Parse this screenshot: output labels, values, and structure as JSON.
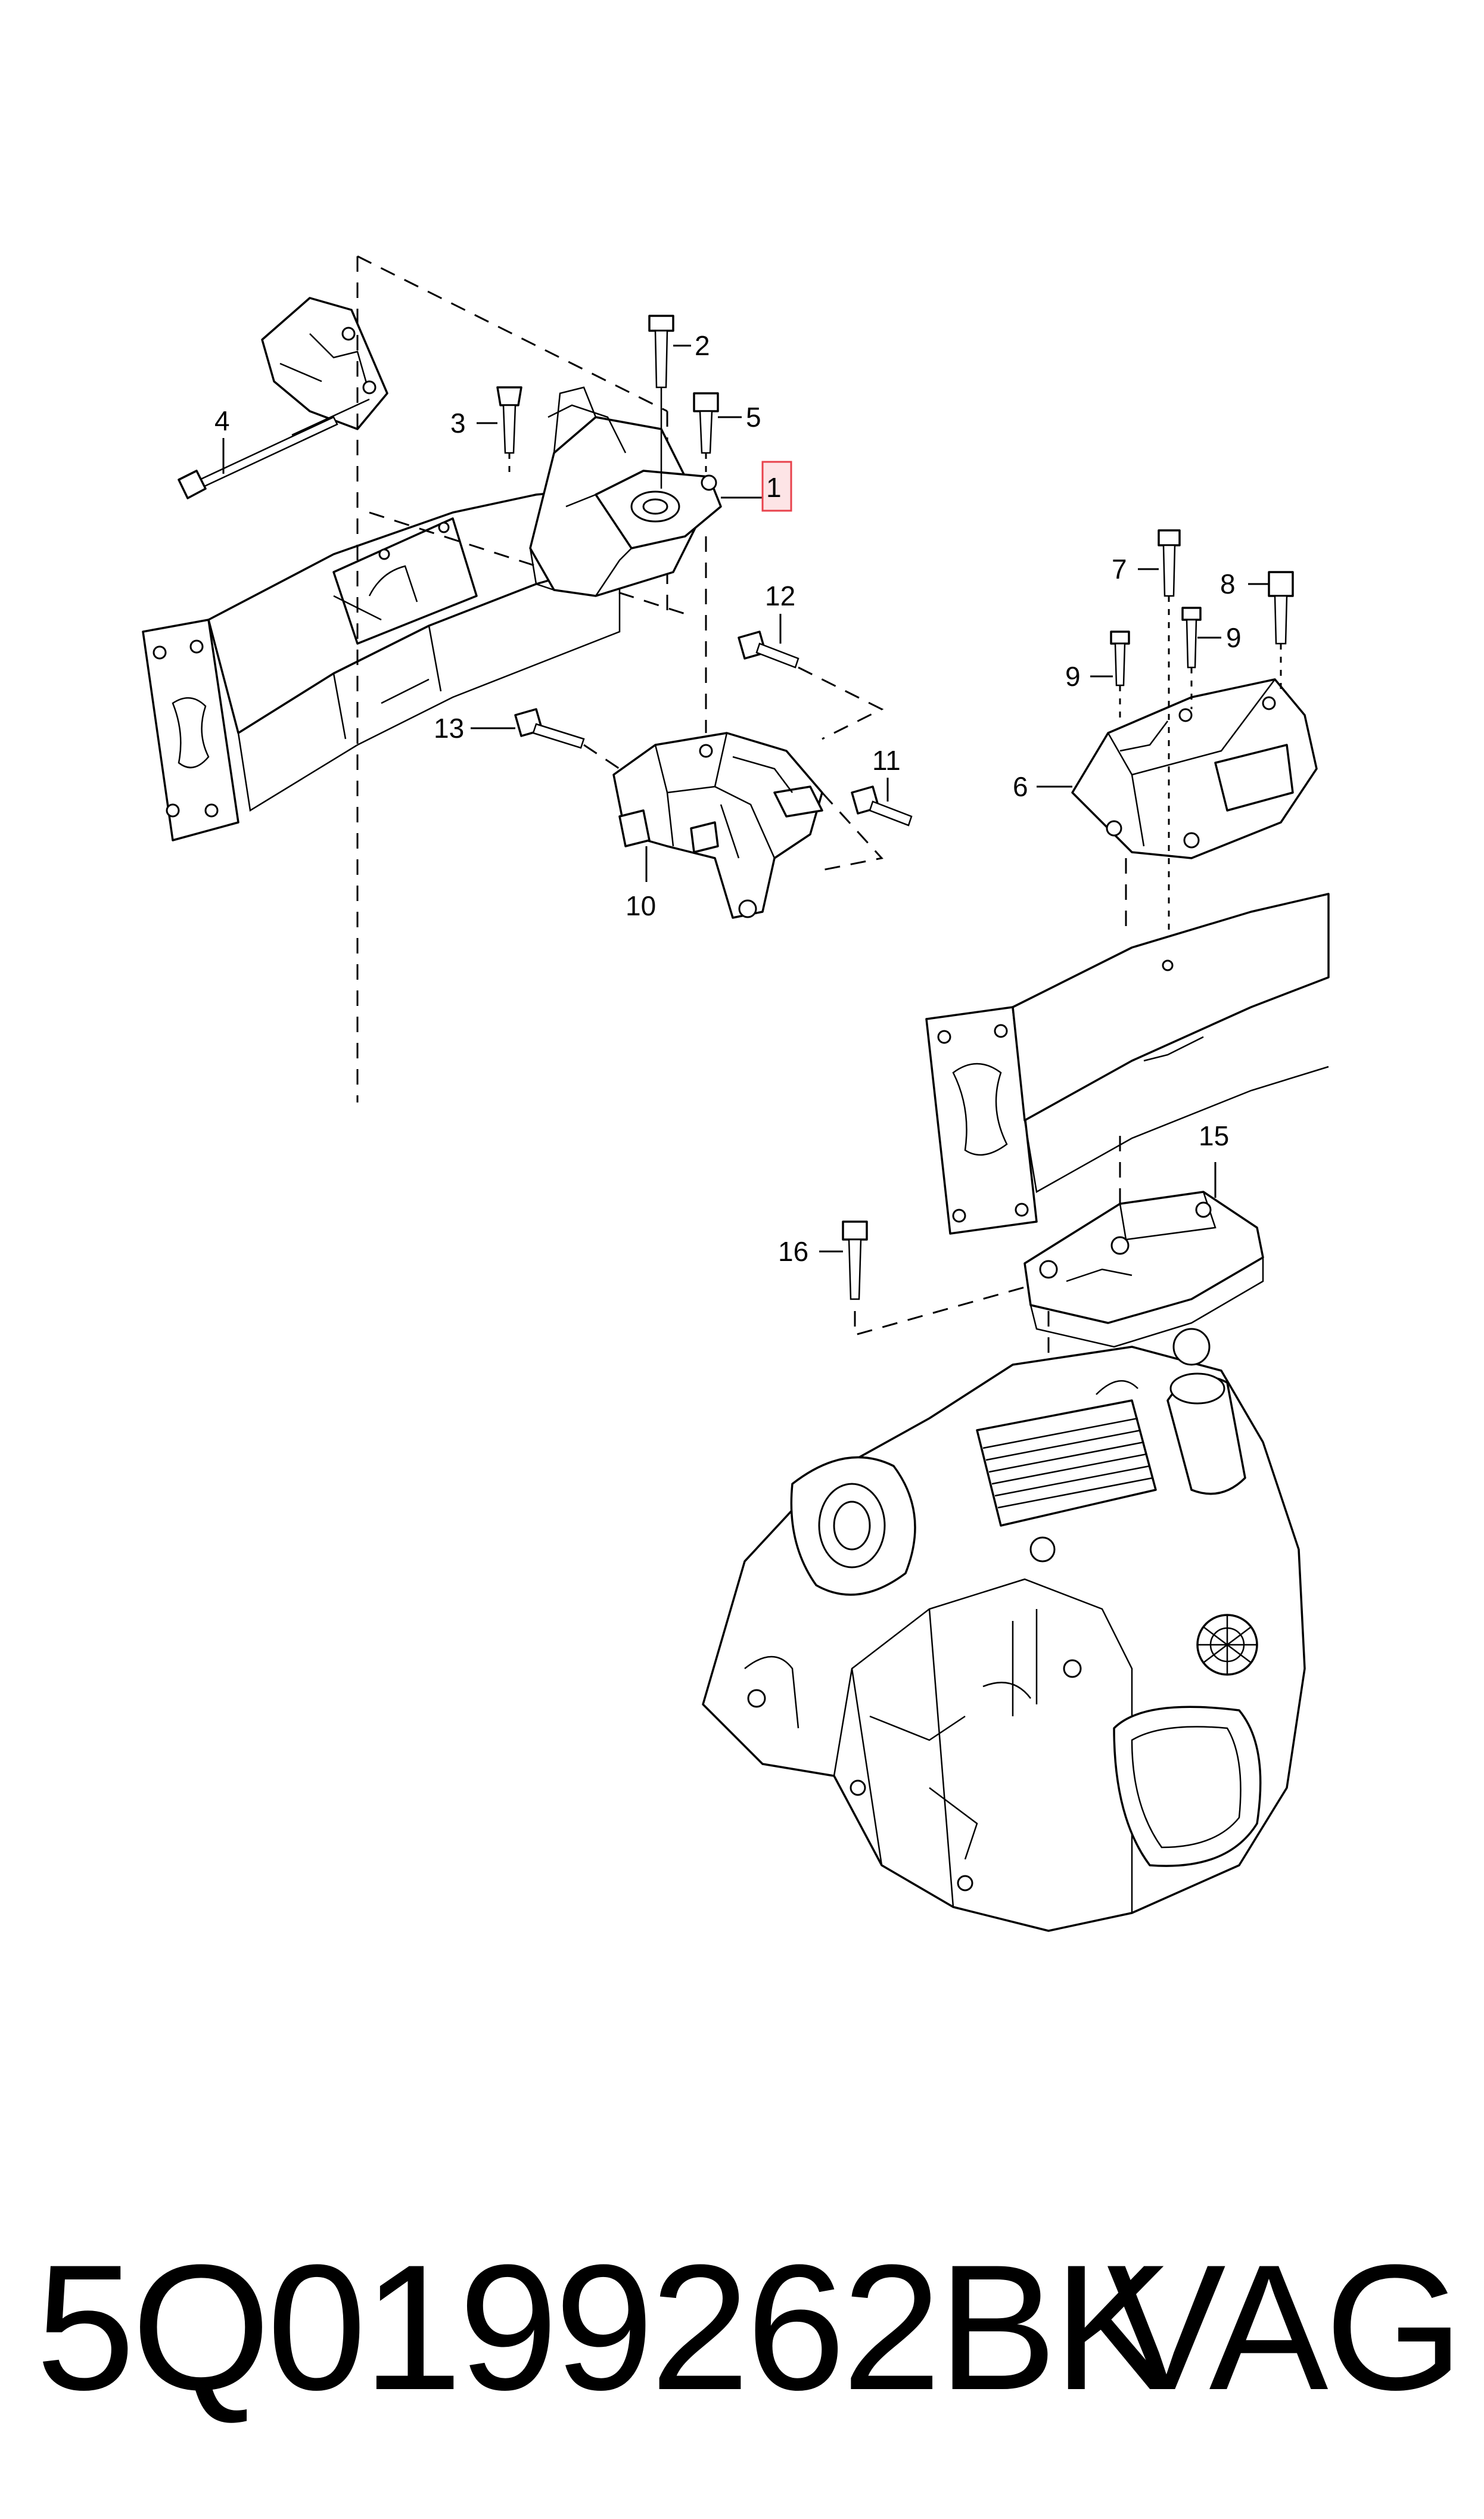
{
  "diagram": {
    "callouts": [
      {
        "id": "c1",
        "label": "1",
        "highlighted": true
      },
      {
        "id": "c2",
        "label": "2"
      },
      {
        "id": "c3",
        "label": "3"
      },
      {
        "id": "c4",
        "label": "4"
      },
      {
        "id": "c5",
        "label": "5"
      },
      {
        "id": "c6",
        "label": "6"
      },
      {
        "id": "c7",
        "label": "7"
      },
      {
        "id": "c8",
        "label": "8"
      },
      {
        "id": "c9a",
        "label": "9"
      },
      {
        "id": "c9b",
        "label": "9"
      },
      {
        "id": "c10",
        "label": "10"
      },
      {
        "id": "c11",
        "label": "11"
      },
      {
        "id": "c12",
        "label": "12"
      },
      {
        "id": "c13",
        "label": "13"
      },
      {
        "id": "c15",
        "label": "15"
      },
      {
        "id": "c16",
        "label": "16"
      }
    ],
    "highlight_color": "#e8414b",
    "highlight_fill": "#fde4e6"
  },
  "footer": {
    "part_number": "5Q0199262BK",
    "brand": "VAG"
  }
}
